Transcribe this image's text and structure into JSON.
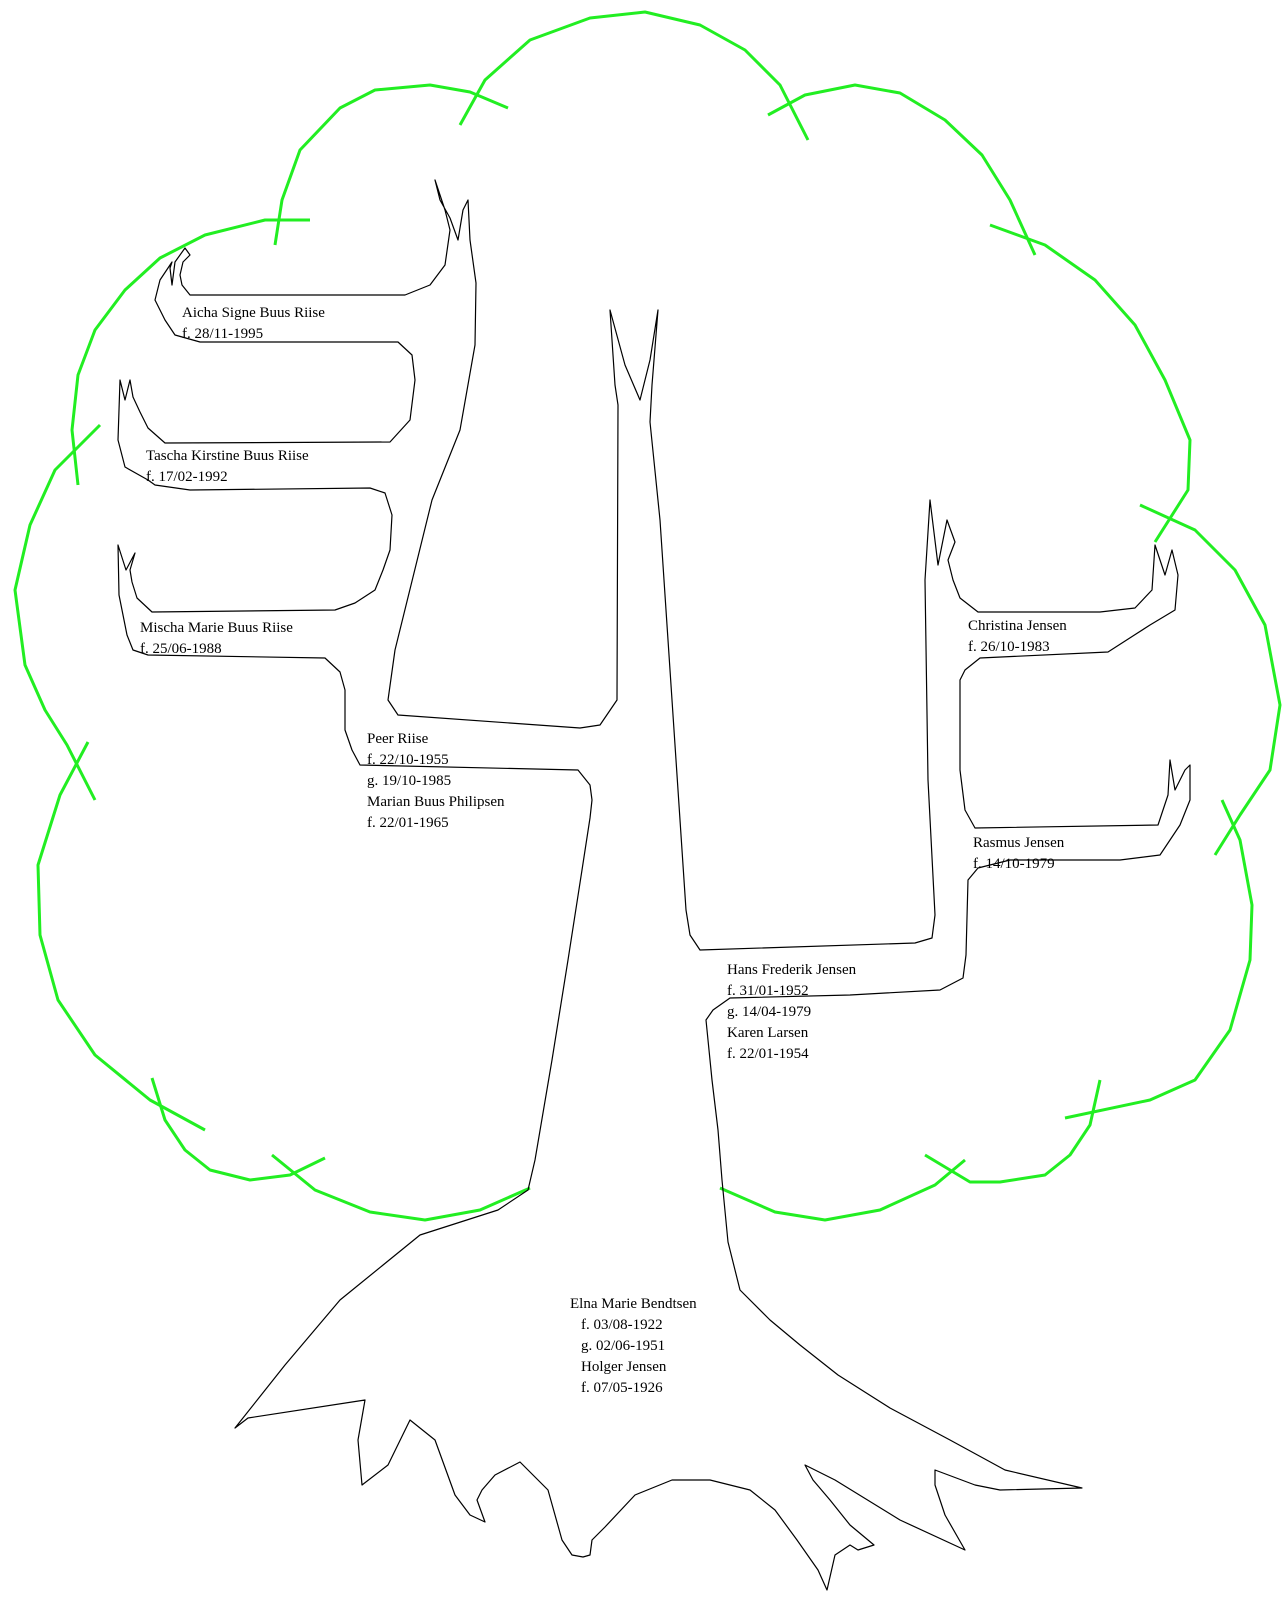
{
  "colors": {
    "crown": "#22ee22",
    "trunk": "#000000",
    "text": "#000000",
    "background": "#ffffff"
  },
  "people": {
    "aicha": {
      "name": "Aicha Signe Buus Riise",
      "born": "f. 28/11-1995"
    },
    "tascha": {
      "name": "Tascha Kirstine Buus Riise",
      "born": "f. 17/02-1992"
    },
    "mischa": {
      "name": "Mischa Marie Buus Riise",
      "born": "f. 25/06-1988"
    },
    "peer": {
      "name": "Peer Riise",
      "born": "f. 22/10-1955",
      "married": "g. 19/10-1985",
      "spouse": "Marian Buus Philipsen",
      "spouse_born": "f. 22/01-1965"
    },
    "christina": {
      "name": "Christina Jensen",
      "born": "f. 26/10-1983"
    },
    "rasmus": {
      "name": "Rasmus Jensen",
      "born": "f. 14/10-1979"
    },
    "hans": {
      "name": "Hans Frederik Jensen",
      "born": "f. 31/01-1952",
      "married": "g. 14/04-1979",
      "spouse": "Karen Larsen",
      "spouse_born": "f. 22/01-1954"
    },
    "elna": {
      "name": "Elna Marie Bendtsen",
      "born": "f. 03/08-1922",
      "married": "g. 02/06-1951",
      "spouse": "Holger Jensen",
      "spouse_born": "f. 07/05-1926"
    }
  }
}
